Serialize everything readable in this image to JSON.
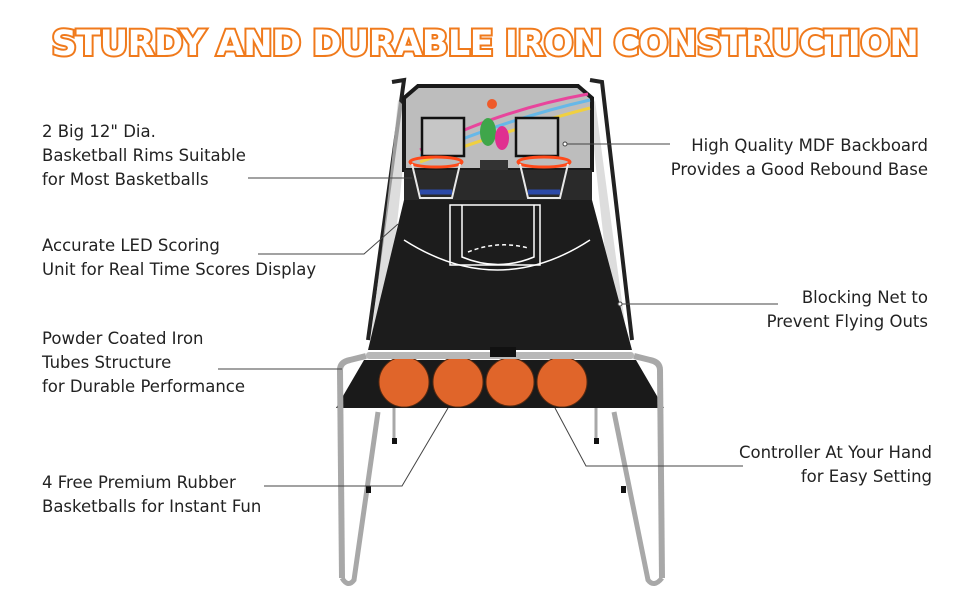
{
  "title": "STURDY AND DURABLE IRON CONSTRUCTION",
  "colors": {
    "title_outline": "#f07a1c",
    "title_fill": "#ffffff",
    "text": "#222222",
    "court": "#1c1c1c",
    "ball": "#e0652a",
    "frame": "#a8a8a8",
    "rim": "#ff4a1a"
  },
  "callouts_left": [
    {
      "lines": [
        "2 Big 12\" Dia.",
        "Basketball Rims Suitable",
        "for Most Basketballs"
      ]
    },
    {
      "lines": [
        "Accurate LED Scoring",
        "Unit for Real Time Scores Display"
      ]
    },
    {
      "lines": [
        "Powder Coated Iron",
        "Tubes Structure",
        "for Durable Performance"
      ]
    },
    {
      "lines": [
        "4 Free Premium Rubber",
        "Basketballs for Instant Fun"
      ]
    }
  ],
  "callouts_right": [
    {
      "lines": [
        "High Quality MDF Backboard",
        "Provides a Good Rebound Base"
      ]
    },
    {
      "lines": [
        "Blocking Net to",
        "Prevent Flying Outs"
      ]
    },
    {
      "lines": [
        "Controller At Your Hand",
        "for Easy Setting"
      ]
    }
  ],
  "product": {
    "name": "dual-hoop-arcade-basketball-game",
    "hoops": 2,
    "basketballs": 4
  }
}
